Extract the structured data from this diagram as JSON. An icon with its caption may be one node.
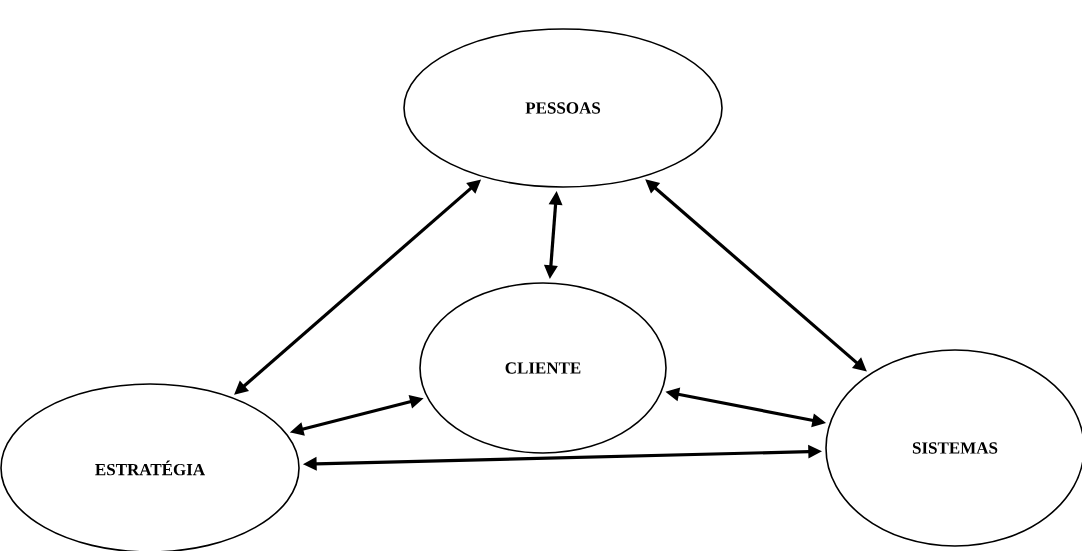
{
  "diagram": {
    "nodes": [
      {
        "text": [
          "PESSOAS"
        ]
      },
      {
        "text": [
          "CLIENTE"
        ]
      },
      {
        "text": [
          "ESTRATÉGIA"
        ]
      },
      {
        "text": [
          "SISTEMAS"
        ]
      }
    ],
    "edges": [
      {
        "from": 0,
        "to": 2,
        "arrow": "both"
      },
      {
        "from": 0,
        "to": 1,
        "arrow": "both"
      },
      {
        "from": 0,
        "to": 3,
        "arrow": "both"
      },
      {
        "from": 1,
        "to": 2,
        "arrow": "both"
      },
      {
        "from": 1,
        "to": 3,
        "arrow": "both"
      },
      {
        "from": 2,
        "to": 3,
        "arrow": "both"
      }
    ]
  }
}
